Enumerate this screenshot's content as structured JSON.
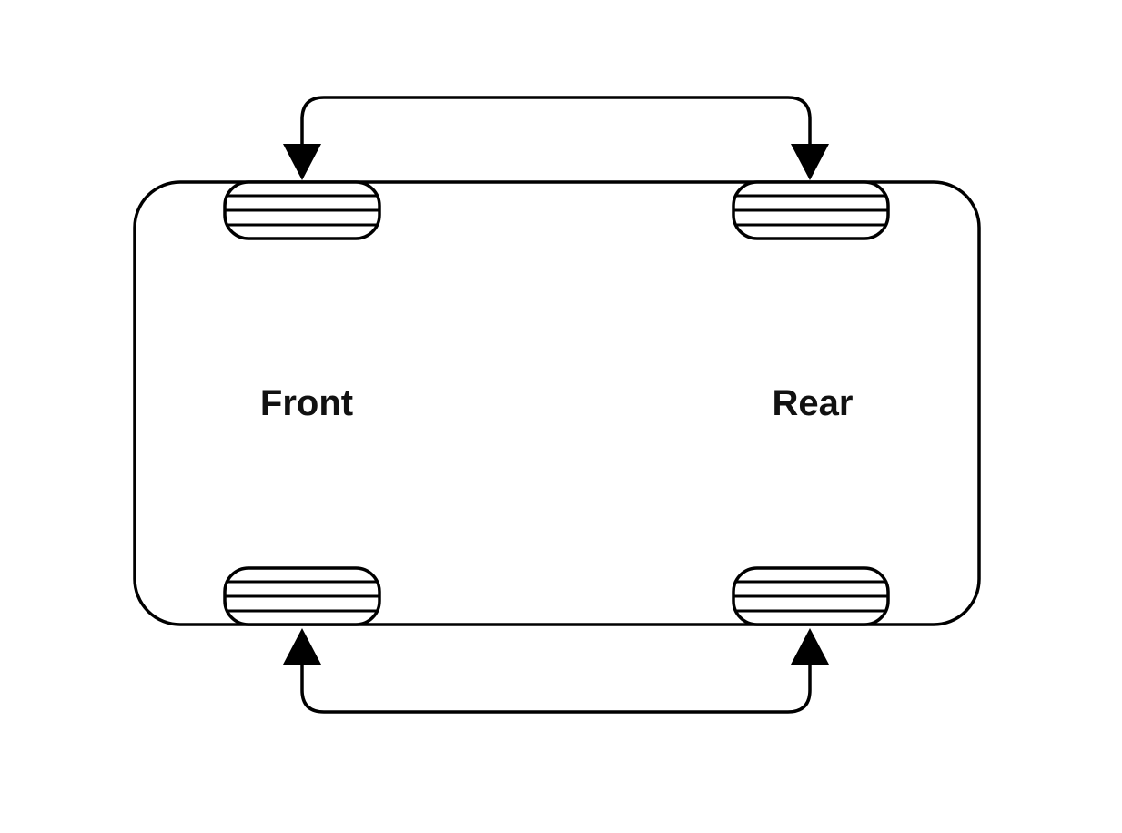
{
  "labels": {
    "front": "Front",
    "rear": "Rear"
  },
  "colors": {
    "stroke": "#000000",
    "text": "#111111",
    "background": "#ffffff"
  },
  "tires": [
    {
      "id": "front-top",
      "axle": "front",
      "side": "top"
    },
    {
      "id": "rear-top",
      "axle": "rear",
      "side": "top"
    },
    {
      "id": "front-bottom",
      "axle": "front",
      "side": "bottom"
    },
    {
      "id": "rear-bottom",
      "axle": "rear",
      "side": "bottom"
    }
  ],
  "arrows": [
    {
      "id": "top-swap",
      "connects": [
        "front-top",
        "rear-top"
      ],
      "style": "double-headed"
    },
    {
      "id": "bottom-swap",
      "connects": [
        "front-bottom",
        "rear-bottom"
      ],
      "style": "double-headed"
    }
  ]
}
